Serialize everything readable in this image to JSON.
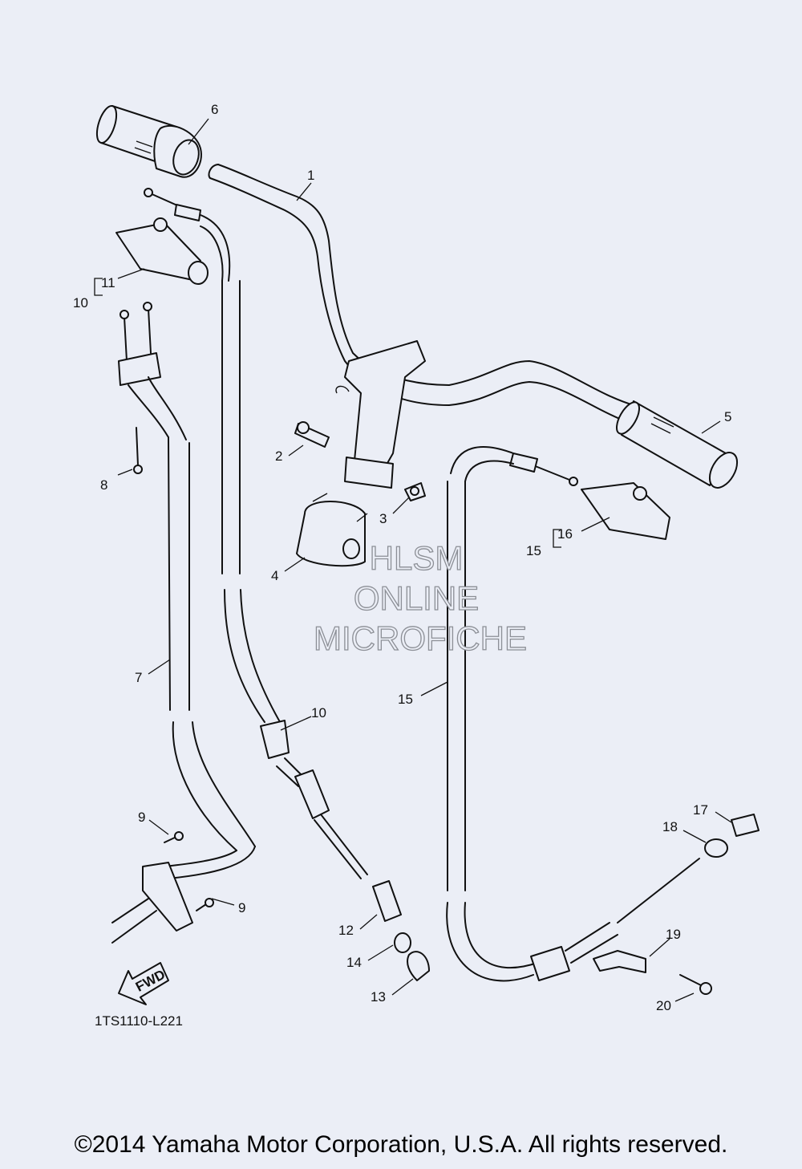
{
  "callouts": {
    "c1": "1",
    "c2": "2",
    "c3": "3",
    "c4": "4",
    "c5": "5",
    "c6": "6",
    "c7": "7",
    "c8": "8",
    "c9a": "9",
    "c9b": "9",
    "c10a": "10",
    "c10b": "10",
    "c11": "11",
    "c12": "12",
    "c13": "13",
    "c14": "14",
    "c15a": "15",
    "c15b": "15",
    "c16": "16",
    "c17": "17",
    "c18": "18",
    "c19": "19",
    "c20": "20"
  },
  "fwd_arrow_label": "FWD",
  "diagram_code": "1TS1110-L221",
  "watermark": {
    "line1": "HLSM",
    "line2": "ONLINE",
    "line3": "MICROFICHE"
  },
  "copyright": "©2014 Yamaha Motor Corporation, U.S.A. All rights reserved."
}
